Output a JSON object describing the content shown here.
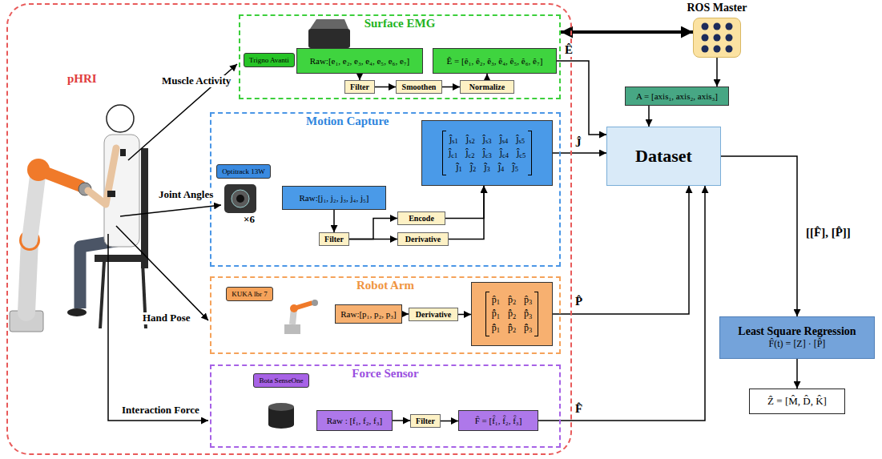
{
  "diagram": {
    "nodes": [
      {
        "text": [
          "pHRI"
        ]
      },
      {
        "text": [
          "Surface EMG"
        ],
        "in": 0
      },
      {
        "text": [
          "Trigno Avanti"
        ],
        "in": 1
      },
      {
        "text": [
          "Raw:[e₁, e₂, e₃, e₄, e₅, e₆, e₇]"
        ],
        "in": 1
      },
      {
        "text": [
          "Ê = [ê₁, ê₂, ê₃, ê₄, ê₅, ê₆, ê₇]"
        ],
        "in": 1
      },
      {
        "text": [
          "Filter"
        ],
        "in": 1
      },
      {
        "text": [
          "Smoothen"
        ],
        "in": 1
      },
      {
        "text": [
          "Normalize"
        ],
        "in": 1
      },
      {
        "text": [
          "Motion Capture"
        ],
        "in": 0
      },
      {
        "text": [
          "Optitrack 13W"
        ],
        "in": 8
      },
      {
        "text": [
          "Raw:[j₁, j₂, j₃, j₄, j₅]"
        ],
        "in": 8
      },
      {
        "text": [
          "ĵs1 ĵs2 ĵs3 ĵs4 ĵs5",
          "ĵc1 ĵc2 ĵc3 ĵc4 ĵc5",
          "ĵ̇1 ĵ̇2 ĵ̇3 ĵ̇4 ĵ̇5"
        ],
        "in": 8
      },
      {
        "text": [
          "Filter"
        ],
        "in": 8
      },
      {
        "text": [
          "Encode"
        ],
        "in": 8
      },
      {
        "text": [
          "Derivative"
        ],
        "in": 8
      },
      {
        "text": [
          "Robot Arm"
        ],
        "in": 0
      },
      {
        "text": [
          "KUKA lbr 7"
        ],
        "in": 15
      },
      {
        "text": [
          "Raw:[p₁, p₂, p₃]"
        ],
        "in": 15
      },
      {
        "text": [
          "Derivative"
        ],
        "in": 15
      },
      {
        "text": [
          "p̂1 p̂2 p̂3",
          "p̂̇1 p̂̇2 p̂̇3",
          "p̂̈1 p̂̈2 p̂̈3"
        ],
        "in": 15
      },
      {
        "text": [
          "Force Sensor"
        ],
        "in": 0
      },
      {
        "text": [
          "Bota SenseOne"
        ],
        "in": 20
      },
      {
        "text": [
          "Raw : [f₁, f₂, f₃]"
        ],
        "in": 20
      },
      {
        "text": [
          "Filter"
        ],
        "in": 20
      },
      {
        "text": [
          "F̂ = [f̂₁, f̂₂, f̂₃]"
        ],
        "in": 20
      },
      {
        "text": [
          "ROS Master"
        ]
      },
      {
        "text": [
          "A = [axis₁, axis₂, axis₃]"
        ]
      },
      {
        "text": [
          "Dataset"
        ]
      },
      {
        "text": [
          "Least Square Regression",
          "F̂(t) = [Z] · [P̂]"
        ]
      },
      {
        "text": [
          "Ẑ = [M̂, D̂, K̂]"
        ]
      }
    ],
    "edges": [
      {
        "from": 3,
        "to": 5,
        "arrow": "to"
      },
      {
        "from": 5,
        "to": 6,
        "arrow": "to"
      },
      {
        "from": 6,
        "to": 7,
        "arrow": "to"
      },
      {
        "from": 7,
        "to": 4,
        "arrow": "to"
      },
      {
        "from": 4,
        "to": 27,
        "label": "Ê",
        "arrow": "to"
      },
      {
        "from": 1,
        "to": 25,
        "arrow": "both"
      },
      {
        "from": 25,
        "to": 26,
        "arrow": "to"
      },
      {
        "from": 26,
        "to": 27,
        "arrow": "to"
      },
      {
        "from": 10,
        "to": 12,
        "arrow": "to"
      },
      {
        "from": 12,
        "to": 13,
        "arrow": "to"
      },
      {
        "from": 12,
        "to": 14,
        "arrow": "to"
      },
      {
        "from": 13,
        "to": 11,
        "arrow": "to"
      },
      {
        "from": 14,
        "to": 11,
        "arrow": "to"
      },
      {
        "from": 11,
        "to": 27,
        "label": "Ĵ",
        "arrow": "to"
      },
      {
        "from": 17,
        "to": 18,
        "arrow": "to"
      },
      {
        "from": 18,
        "to": 19,
        "arrow": "to"
      },
      {
        "from": 19,
        "to": 27,
        "label": "P̂",
        "arrow": "to"
      },
      {
        "from": 22,
        "to": 23,
        "arrow": "to"
      },
      {
        "from": 23,
        "to": 24,
        "arrow": "to"
      },
      {
        "from": 24,
        "to": 27,
        "label": "F̂",
        "arrow": "to"
      },
      {
        "from": 27,
        "to": 28,
        "label": "[[F̂], [P̂]]",
        "arrow": "to"
      },
      {
        "from": 28,
        "to": 29,
        "arrow": "to"
      }
    ],
    "labels": [
      "Muscle Activity",
      "Joint Angles",
      "×6",
      "Hand Pose",
      "Interaction Force"
    ]
  }
}
